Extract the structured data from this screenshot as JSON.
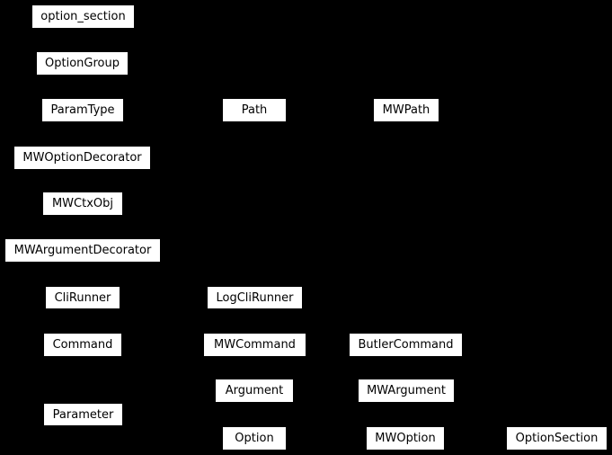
{
  "diagram": {
    "type": "class-inheritance-diagram",
    "background_color": "#000000",
    "node_fill_color": "#ffffff",
    "node_border_color": "#000000",
    "node_text_color": "#000000",
    "nodes": [
      {
        "label": "option_section"
      },
      {
        "label": "OptionGroup"
      },
      {
        "label": "ParamType"
      },
      {
        "label": "Path"
      },
      {
        "label": "MWPath"
      },
      {
        "label": "MWOptionDecorator"
      },
      {
        "label": "MWCtxObj"
      },
      {
        "label": "MWArgumentDecorator"
      },
      {
        "label": "CliRunner"
      },
      {
        "label": "LogCliRunner"
      },
      {
        "label": "Command"
      },
      {
        "label": "MWCommand"
      },
      {
        "label": "ButlerCommand"
      },
      {
        "label": "Argument"
      },
      {
        "label": "MWArgument"
      },
      {
        "label": "Parameter"
      },
      {
        "label": "Option"
      },
      {
        "label": "MWOption"
      },
      {
        "label": "OptionSection"
      }
    ]
  }
}
